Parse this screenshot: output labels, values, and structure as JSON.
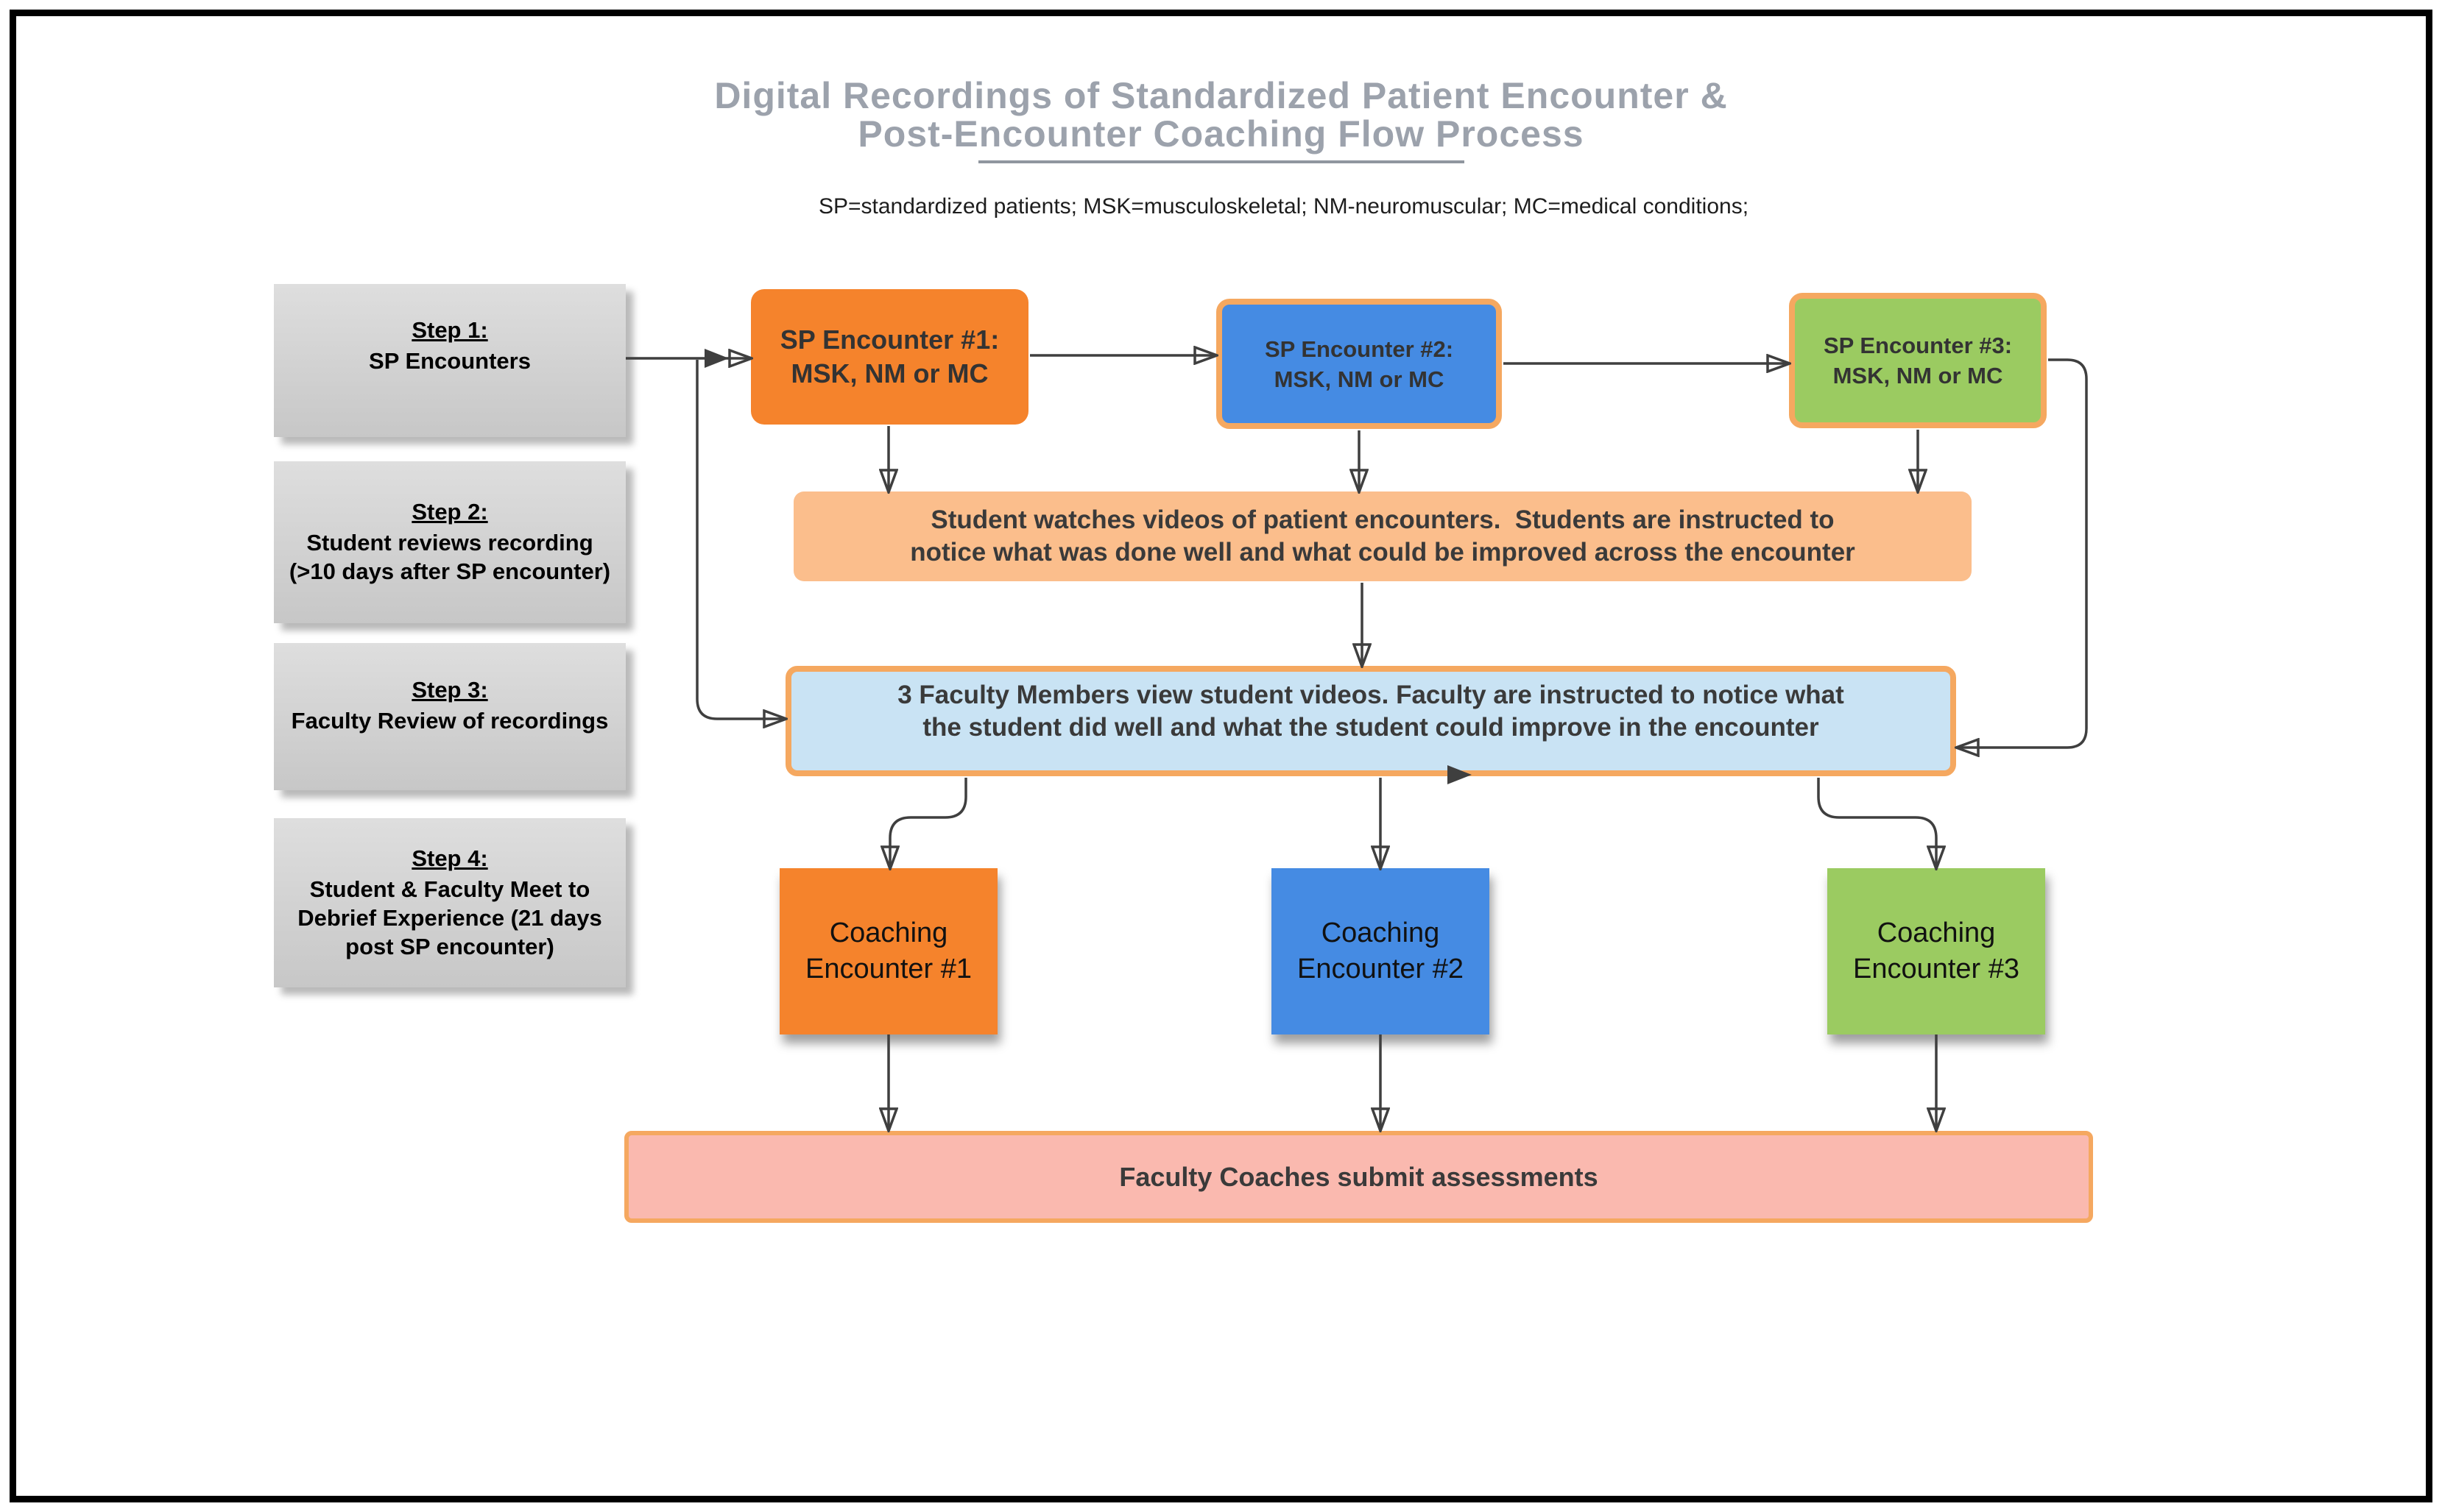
{
  "title": {
    "line1": "Digital Recordings of Standardized Patient Encounter &",
    "line2": "Post-Encounter Coaching Flow Process"
  },
  "legend": "SP=standardized patients; MSK=musculoskeletal; NM-neuromuscular; MC=medical conditions;",
  "steps": [
    {
      "heading": "Step 1:",
      "body": "SP Encounters"
    },
    {
      "heading": "Step 2:",
      "body": "Student reviews recording (>10 days after SP encounter)"
    },
    {
      "heading": "Step 3:",
      "body": "Faculty Review of recordings"
    },
    {
      "heading": "Step 4:",
      "body": "Student & Faculty Meet to Debrief Experience (21 days post SP encounter)"
    }
  ],
  "sp_encounters": [
    {
      "title": "SP Encounter #1:",
      "subtitle": "MSK, NM or MC"
    },
    {
      "title": "SP Encounter #2:",
      "subtitle": "MSK, NM or MC"
    },
    {
      "title": "SP Encounter #3:",
      "subtitle": "MSK, NM or MC"
    }
  ],
  "bands": {
    "student": {
      "line1": "Student watches videos of patient encounters.  Students are instructed to",
      "line2": "notice what was done well and what could be improved across the encounter"
    },
    "faculty": {
      "line1": "3 Faculty Members view student videos. Faculty are instructed to notice what",
      "line2": "the student did well and what the student could improve in the encounter"
    },
    "assessment": "Faculty Coaches submit assessments"
  },
  "coaching": [
    {
      "line1": "Coaching",
      "line2": "Encounter #1"
    },
    {
      "line1": "Coaching",
      "line2": "Encounter #2"
    },
    {
      "line1": "Coaching",
      "line2": "Encounter #3"
    }
  ],
  "colors": {
    "orange": "#F5832C",
    "blue": "#458BE3",
    "green": "#9BCB61",
    "light_orange": "#FBBE8C",
    "light_blue": "#C9E3F4",
    "pink": "#FAB9AF",
    "accent_border": "#F5A860",
    "title_gray": "#9CA2AC",
    "connector": "#3F3F3F"
  }
}
